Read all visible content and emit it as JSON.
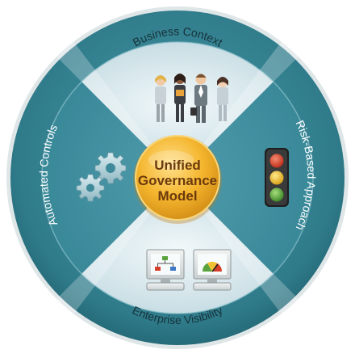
{
  "diagram": {
    "center": {
      "lines": [
        "Unified",
        "Governance",
        "Model"
      ]
    },
    "segments": {
      "top": {
        "label": "Business Context",
        "icon": "people-icon"
      },
      "right": {
        "label": "Risk-Based Approach",
        "icon": "traffic-light-icon"
      },
      "bottom": {
        "label": "Enterprise Visibility",
        "icon": "monitors-icon"
      },
      "left": {
        "label": "Automated Controls",
        "icon": "gears-icon"
      }
    },
    "colors": {
      "outer_ring": "#2f7b8a",
      "inner_teal": "#3f90a0",
      "light_quadrant": "#d6e7ec",
      "center_gold": "#f2b733",
      "center_text": "#6b3a0e",
      "traffic_red": "#d6402a",
      "traffic_yellow": "#f0c233",
      "traffic_green": "#5aa33c"
    }
  }
}
